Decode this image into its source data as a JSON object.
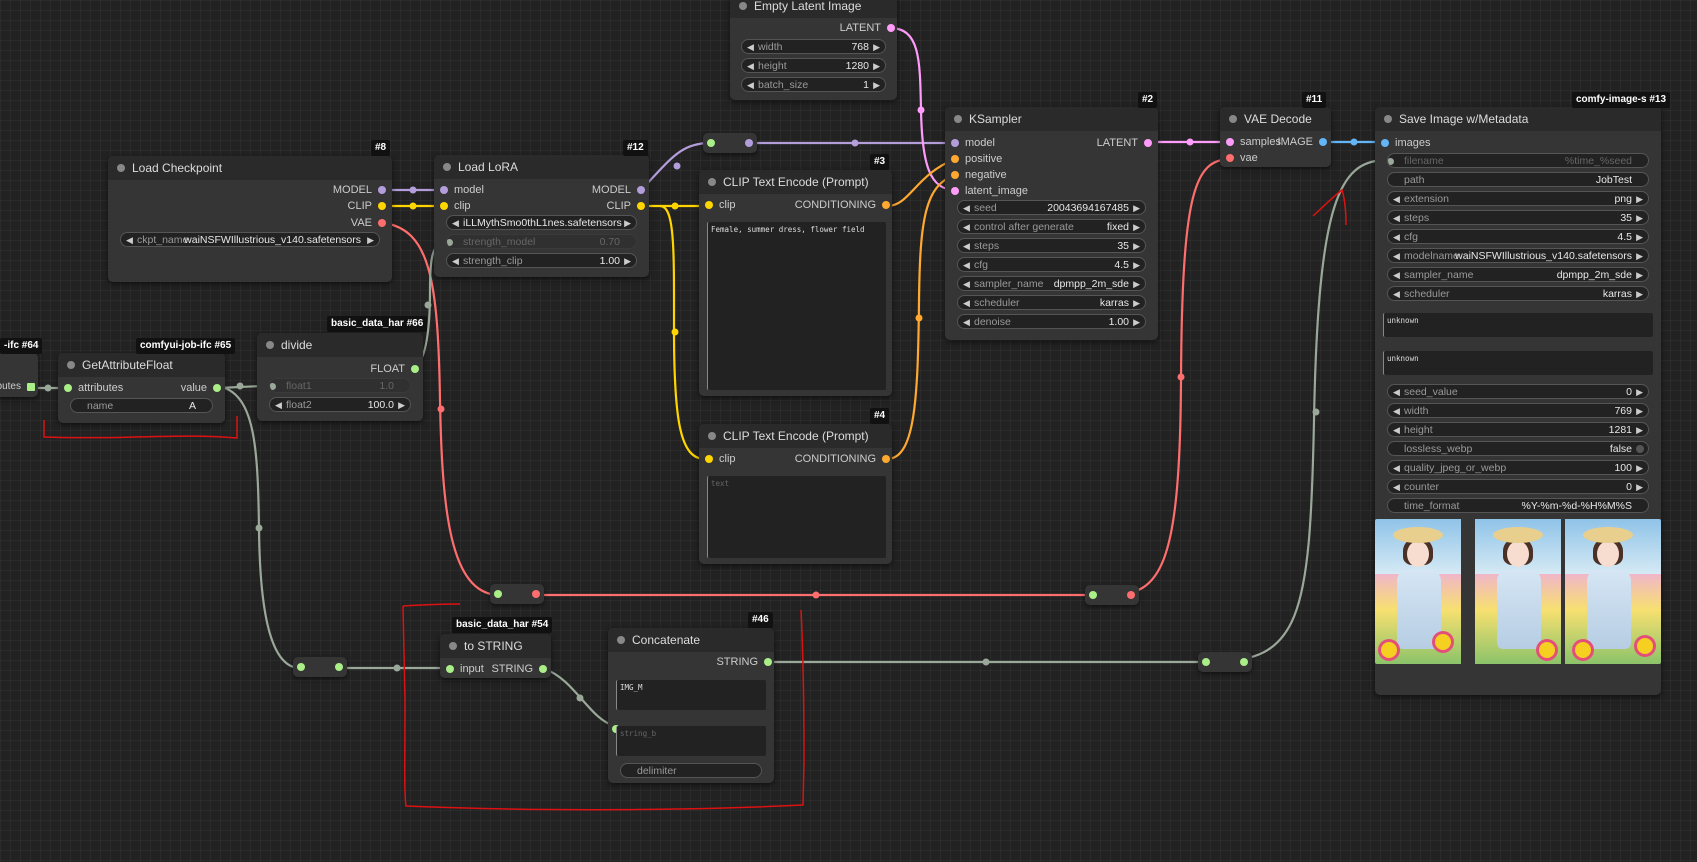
{
  "colors": {
    "model": "#b39ddb",
    "clip": "#ffd500",
    "vae": "#ff6e6e",
    "latent": "#ff9cf9",
    "conditioning": "#ffa931",
    "image": "#64b5f6",
    "generic": "#9aa89a",
    "float": "#aaee88"
  },
  "nodes": {
    "empty_latent": {
      "title": "Empty Latent Image",
      "out_latent": "LATENT",
      "width_label": "width",
      "width_value": "768",
      "height_label": "height",
      "height_value": "1280",
      "batch_label": "batch_size",
      "batch_value": "1"
    },
    "ksampler": {
      "title": "KSampler",
      "badge": "#2",
      "in_model": "model",
      "in_positive": "positive",
      "in_negative": "negative",
      "in_latent": "latent_image",
      "out_latent": "LATENT",
      "seed_label": "seed",
      "seed_value": "20043694167485",
      "control_label": "control after generate",
      "control_value": "fixed",
      "steps_label": "steps",
      "steps_value": "35",
      "cfg_label": "cfg",
      "cfg_value": "4.5",
      "sampler_label": "sampler_name",
      "sampler_value": "dpmpp_2m_sde",
      "scheduler_label": "scheduler",
      "scheduler_value": "karras",
      "denoise_label": "denoise",
      "denoise_value": "1.00"
    },
    "vae_decode": {
      "title": "VAE Decode",
      "badge": "#11",
      "in_samples": "samples",
      "in_vae": "vae",
      "out_image": "IMAGE"
    },
    "save_image": {
      "title": "Save Image w/Metadata",
      "badge": "comfy-image-s #13",
      "in_images": "images",
      "filename_label": "filename",
      "filename_value": "%time_%seed",
      "path_label": "path",
      "path_value": "JobTest",
      "extension_label": "extension",
      "extension_value": "png",
      "steps_label": "steps",
      "steps_value": "35",
      "cfg_label": "cfg",
      "cfg_value": "4.5",
      "modelname_label": "modelname",
      "modelname_value": "waiNSFWIllustrious_v140.safetensors",
      "sampler_label": "sampler_name",
      "sampler_value": "dpmpp_2m_sde",
      "scheduler_label": "scheduler",
      "scheduler_value": "karras",
      "text1": "unknown",
      "text2": "unknown",
      "seed_label": "seed_value",
      "seed_value": "0",
      "width_label": "width",
      "width_value": "769",
      "height_label": "height",
      "height_value": "1281",
      "lossless_label": "lossless_webp",
      "lossless_value": "false",
      "quality_label": "quality_jpeg_or_webp",
      "quality_value": "100",
      "counter_label": "counter",
      "counter_value": "0",
      "timefmt_label": "time_format",
      "timefmt_value": "%Y-%m-%d-%H%M%S"
    },
    "load_checkpoint": {
      "title": "Load Checkpoint",
      "badge": "#8",
      "out_model": "MODEL",
      "out_clip": "CLIP",
      "out_vae": "VAE",
      "ckpt_label": "ckpt_name",
      "ckpt_value": "waiNSFWIllustrious_v140.safetensors"
    },
    "load_lora": {
      "title": "Load LoRA",
      "badge": "#12",
      "in_model": "model",
      "in_clip": "clip",
      "out_model": "MODEL",
      "out_clip": "CLIP",
      "lora_value": "iLLMythSmo0thL1nes.safetensors",
      "strength_model_label": "strength_model",
      "strength_model_value": "0.70",
      "strength_clip_label": "strength_clip",
      "strength_clip_value": "1.00"
    },
    "clip_pos": {
      "title": "CLIP Text Encode (Prompt)",
      "badge": "#3",
      "in_clip": "clip",
      "out_cond": "CONDITIONING",
      "text": "Female, summer dress, flower field"
    },
    "clip_neg": {
      "title": "CLIP Text Encode (Prompt)",
      "badge": "#4",
      "in_clip": "clip",
      "out_cond": "CONDITIONING",
      "placeholder": "text"
    },
    "job_info": {
      "badge": "#64",
      "badge_prefix": "-ifc",
      "out_label": "butes"
    },
    "get_attribute": {
      "title": "GetAttributeFloat",
      "badge": "comfyui-job-ifc #65",
      "in_attributes": "attributes",
      "out_value": "value",
      "name_label": "name",
      "name_value": "A"
    },
    "divide": {
      "title": "divide",
      "badge": "basic_data_har #66",
      "out_float": "FLOAT",
      "float1_label": "float1",
      "float1_value": "1.0",
      "float2_label": "float2",
      "float2_value": "100.0"
    },
    "to_string": {
      "title": "to STRING",
      "badge": "basic_data_har #54",
      "in_input": "input",
      "out_string": "STRING"
    },
    "concatenate": {
      "title": "Concatenate",
      "badge": "#46",
      "out_string": "STRING",
      "text_a": "IMG_M",
      "text_b_placeholder": "string_b",
      "delimiter_label": "delimiter"
    }
  }
}
